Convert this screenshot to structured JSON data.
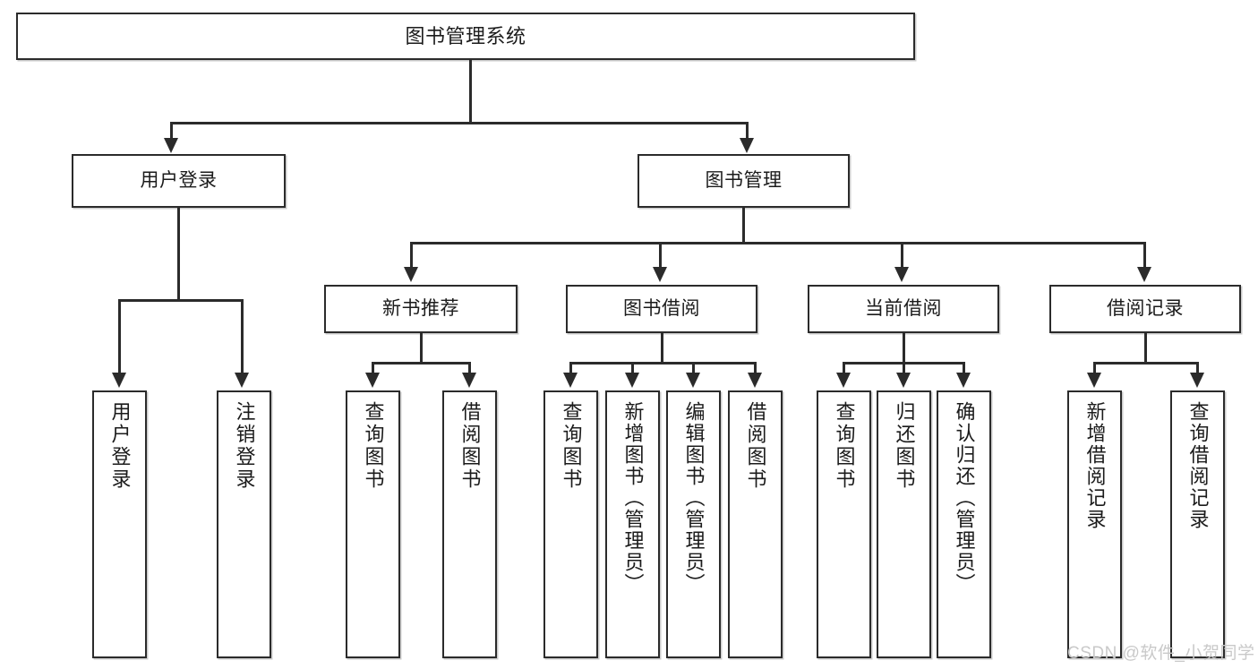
{
  "diagram": {
    "type": "tree-hierarchy",
    "title": "图书管理系统",
    "root": {
      "id": "root",
      "label": "图书管理系统"
    },
    "level2": [
      {
        "id": "user-login",
        "label": "用户登录"
      },
      {
        "id": "book-manage",
        "label": "图书管理"
      }
    ],
    "level3": [
      {
        "id": "new-book-rec",
        "label": "新书推荐",
        "parent": "book-manage"
      },
      {
        "id": "book-borrow",
        "label": "图书借阅",
        "parent": "book-manage"
      },
      {
        "id": "current-borrow",
        "label": "当前借阅",
        "parent": "book-manage"
      },
      {
        "id": "borrow-record",
        "label": "借阅记录",
        "parent": "book-manage"
      }
    ],
    "leaves": [
      {
        "id": "leaf-user-login",
        "label": "用户登录",
        "parent": "user-login"
      },
      {
        "id": "leaf-logout",
        "label": "注销登录",
        "parent": "user-login"
      },
      {
        "id": "leaf-query-book-1",
        "label": "查询图书",
        "parent": "new-book-rec"
      },
      {
        "id": "leaf-borrow-book-1",
        "label": "借阅图书",
        "parent": "new-book-rec"
      },
      {
        "id": "leaf-query-book-2",
        "label": "查询图书",
        "parent": "book-borrow"
      },
      {
        "id": "leaf-add-book",
        "label": "新增图书（管理员）",
        "parent": "book-borrow"
      },
      {
        "id": "leaf-edit-book",
        "label": "编辑图书（管理员）",
        "parent": "book-borrow"
      },
      {
        "id": "leaf-borrow-book-2",
        "label": "借阅图书",
        "parent": "book-borrow"
      },
      {
        "id": "leaf-query-book-3",
        "label": "查询图书",
        "parent": "current-borrow"
      },
      {
        "id": "leaf-return-book",
        "label": "归还图书",
        "parent": "current-borrow"
      },
      {
        "id": "leaf-confirm-return",
        "label": "确认归还（管理员）",
        "parent": "current-borrow"
      },
      {
        "id": "leaf-add-record",
        "label": "新增借阅记录",
        "parent": "borrow-record"
      },
      {
        "id": "leaf-query-record",
        "label": "查询借阅记录",
        "parent": "borrow-record"
      }
    ],
    "colors": {
      "stroke": "#2b2b2b",
      "fill": "#ffffff",
      "text": "#1b1b1b",
      "watermark": "#c9c9c9"
    }
  },
  "watermark": {
    "text": "CSDN @软件_小贺同学"
  }
}
